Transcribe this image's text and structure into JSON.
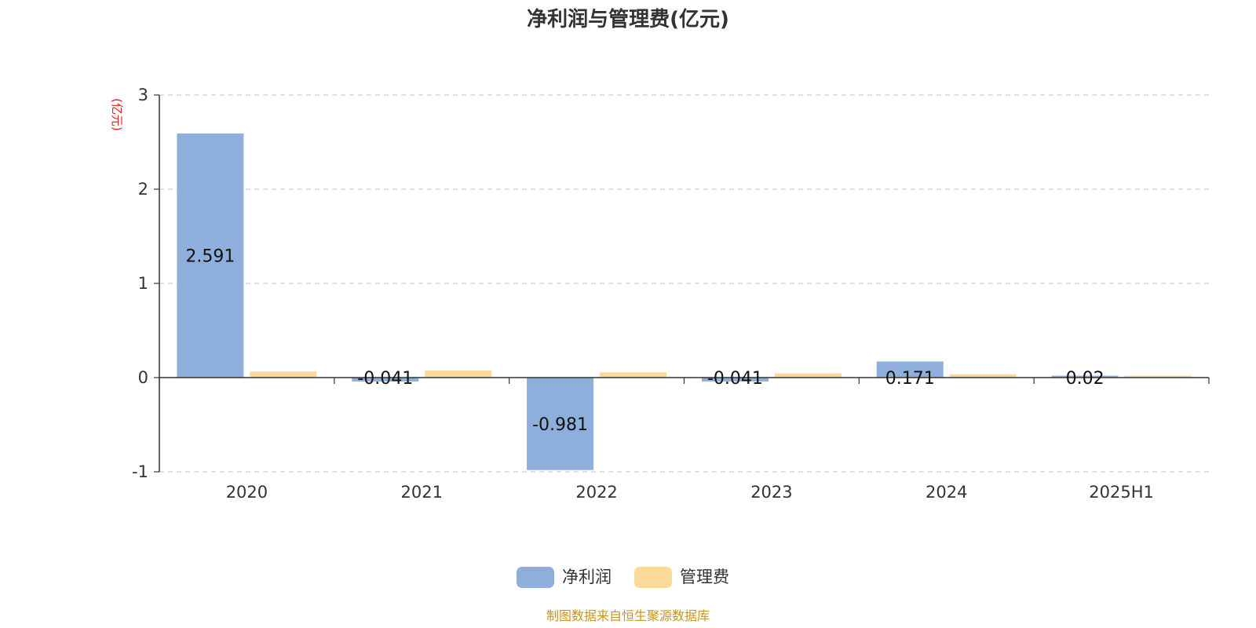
{
  "chart_data": {
    "type": "bar",
    "title": "净利润与管理费(亿元)",
    "unit_label": "(亿元)",
    "categories": [
      "2020",
      "2021",
      "2022",
      "2023",
      "2024",
      "2025H1"
    ],
    "series": [
      {
        "name": "净利润",
        "color": "#8eaedb",
        "values": [
          2.591,
          -0.041,
          -0.981,
          -0.041,
          0.171,
          0.02
        ],
        "labels": [
          "2.591",
          "-0.041",
          "-0.981",
          "-0.041",
          "0.171",
          "0.02"
        ]
      },
      {
        "name": "管理费",
        "color": "#fdd999",
        "values": [
          0.065,
          0.075,
          0.055,
          0.045,
          0.035,
          0.02
        ]
      }
    ],
    "ylim": [
      -1,
      3
    ],
    "yticks": [
      -1,
      0,
      1,
      2,
      3
    ],
    "grid": true,
    "legend_position": "bottom-center"
  },
  "source": "制图数据来自恒生聚源数据库"
}
